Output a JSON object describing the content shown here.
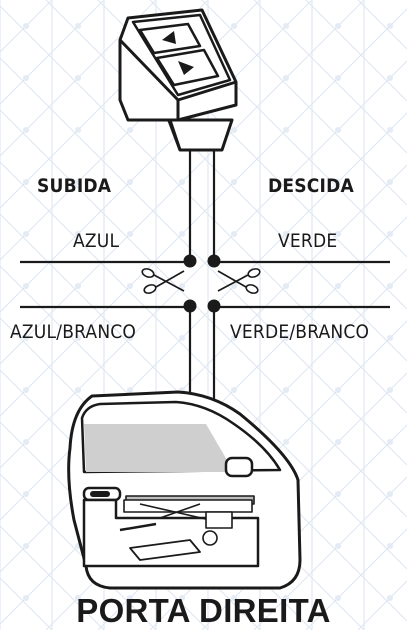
{
  "labels": {
    "up_heading": "SUBIDA",
    "down_heading": "DESCIDA",
    "wire_left_top": "AZUL",
    "wire_right_top": "VERDE",
    "wire_left_bottom": "AZUL/BRANCO",
    "wire_right_bottom": "VERDE/BRANCO"
  },
  "title": "PORTA DIREITA",
  "colors": {
    "line": "#1a1a1a",
    "grid": "#dde6f2",
    "window_glass": "#cfcfcf",
    "background": "#ffffff"
  },
  "icons": {
    "switch": "window-switch-icon",
    "cut": "scissors-icon",
    "door": "car-door-icon"
  }
}
